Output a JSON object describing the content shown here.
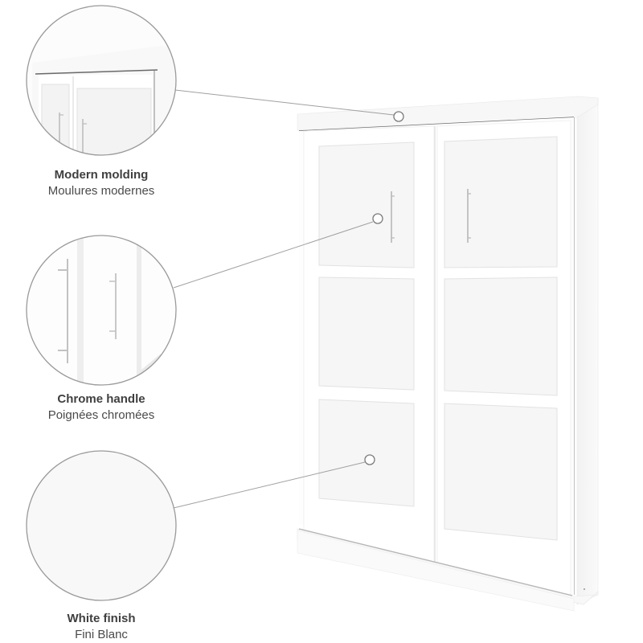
{
  "features": [
    {
      "id": "molding",
      "title": "Modern molding",
      "subtitle": "Moulures modernes",
      "icon": "molding-detail-icon"
    },
    {
      "id": "handle",
      "title": "Chrome handle",
      "subtitle": "Poignées chromées",
      "icon": "chrome-handle-icon"
    },
    {
      "id": "finish",
      "title": "White finish",
      "subtitle": "Fini Blanc",
      "icon": "white-finish-swatch-icon"
    }
  ],
  "colors": {
    "background": "#ffffff",
    "circle_border": "#9a9a9a",
    "leader_line": "#9a9a9a",
    "text": "#3f3f3f",
    "cabinet_white": "#fbfbfb",
    "panel_shadow": "#e6e6e6",
    "chrome": "#b8b8b8"
  }
}
